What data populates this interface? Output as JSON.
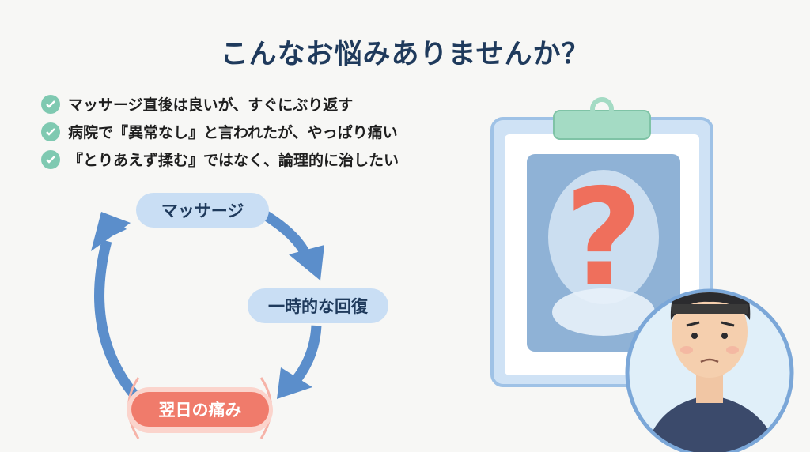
{
  "title": "こんなお悩みありませんか？",
  "bullets": [
    "マッサージ直後は良いが、すぐにぶり返す",
    "病院で『異常なし』と言われたが、やっぱり痛い",
    "『とりあえず揉む』ではなく、論理的に治したい"
  ],
  "cycle": {
    "step1": "マッサージ",
    "step2": "一時的な回復",
    "step3": "翌日の痛み"
  },
  "icons": [
    "check-circle-icon",
    "cycle-arrow-icon",
    "clipboard-icon",
    "xray-icon",
    "question-mark-icon",
    "worried-man-avatar"
  ],
  "colors": {
    "title": "#1f3a5c",
    "check": "#7fc9b1",
    "pill": "#c9def4",
    "pain": "#f07b6b",
    "arrow": "#5b8ecb",
    "question": "#ef6f5c"
  }
}
